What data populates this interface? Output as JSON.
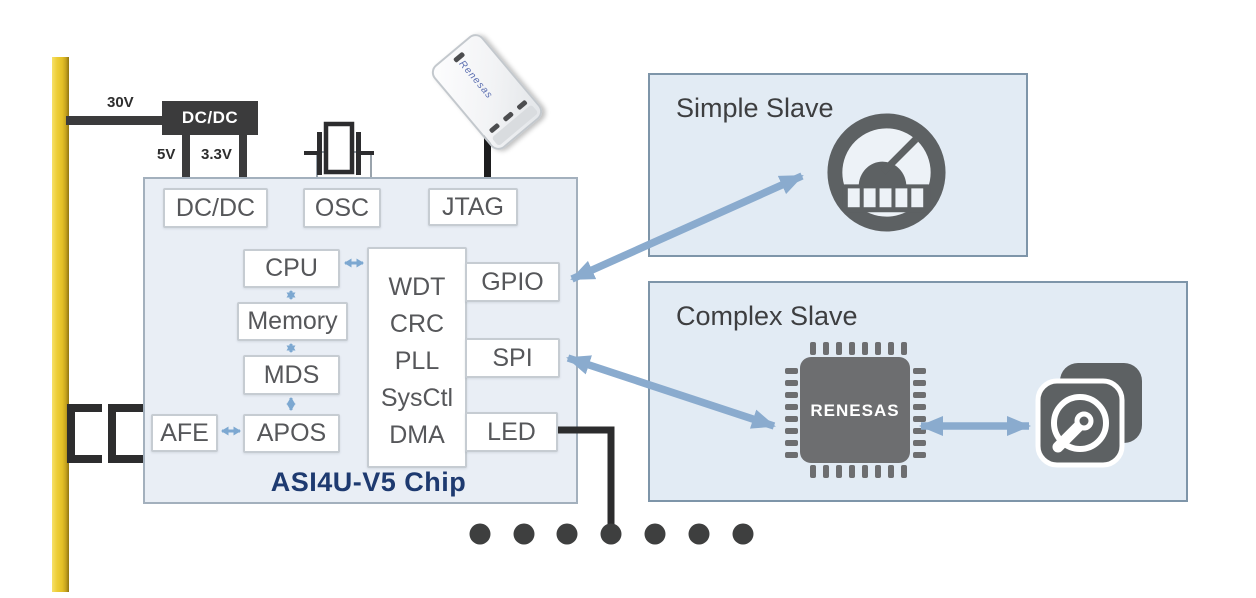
{
  "diagram": {
    "bus": {
      "voltage_30v": "30V",
      "voltage_5v": "5V",
      "voltage_3v3": "3.3V"
    },
    "external_dcdc": {
      "label": "DC/DC"
    },
    "chip": {
      "title": "ASI4U-V5 Chip",
      "blocks": {
        "dcdc": "DC/DC",
        "osc": "OSC",
        "jtag": "JTAG",
        "cpu": "CPU",
        "memory": "Memory",
        "mds": "MDS",
        "apos": "APOS",
        "afe": "AFE",
        "gpio": "GPIO",
        "spi": "SPI",
        "led": "LED"
      },
      "system_functions": [
        "WDT",
        "CRC",
        "PLL",
        "SysCtl",
        "DMA"
      ]
    },
    "jtag_debugger": {
      "brand": "Renesas"
    },
    "slaves": {
      "simple": {
        "title": "Simple Slave"
      },
      "complex": {
        "title": "Complex Slave",
        "mcu_logo": "RENESAS"
      }
    },
    "colors": {
      "arrow_blue": "#8aabce",
      "small_arrow_blue": "#7da8d1",
      "bus_cable_yellow": "#e3bf26",
      "chip_fill": "#e9eef5",
      "slave_fill": "#e2ebf4",
      "dark": "#3b3b3c",
      "icon_gray": "#5d6163",
      "chip_title_navy": "#1e3a70"
    }
  }
}
